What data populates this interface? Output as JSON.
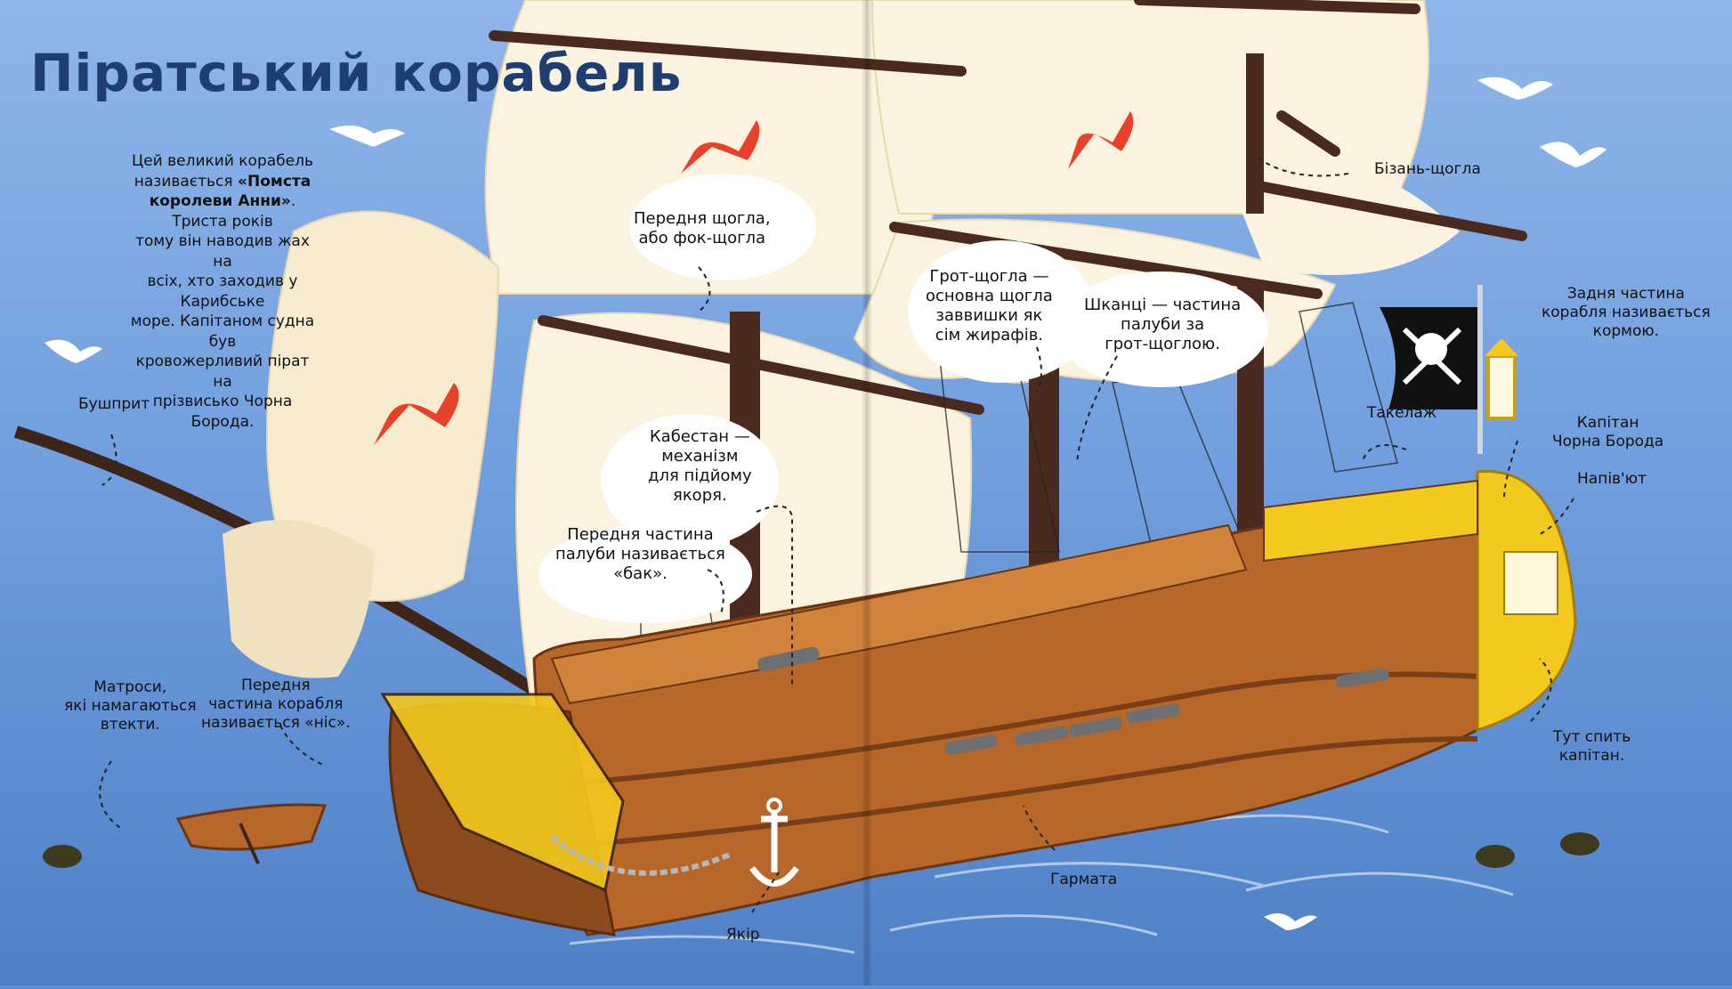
{
  "page": {
    "title": "Піратський корабель",
    "intro": {
      "line1": "Цей великий корабель",
      "line2_pre": "називається ",
      "line2_bold": "«Помста",
      "line3_bold": "королеви Анни»",
      "line3_post": ". Триста років",
      "line4": "тому він наводив жах на",
      "line5": "всіх, хто заходив у Карибське",
      "line6": "море. Капітаном судна був",
      "line7": "кровожерливий пірат на",
      "line8": "прізвисько Чорна Борода."
    }
  },
  "labels": {
    "bowsprit": "Бушприт",
    "foremast": [
      "Передня щогла,",
      "або фок-щогла"
    ],
    "mainmast": [
      "Грот-щогла —",
      "основна щогла",
      "заввишки як",
      "сім жирафів."
    ],
    "quarterdeck": [
      "Шканці — частина",
      "палуби за",
      "грот-щоглою."
    ],
    "mizzen": "Бізань-щогла",
    "stern": [
      "Задня частина",
      "корабля називається",
      "кормою."
    ],
    "rigging": "Такелаж",
    "captain": [
      "Капітан",
      "Чорна Борода"
    ],
    "poop": "Напів'ют",
    "capstan": [
      "Кабестан —",
      "механізм",
      "для підйому",
      "якоря."
    ],
    "forecastle": [
      "Передня частина",
      "палуби називається",
      "«бак»."
    ],
    "sailors": [
      "Матроси,",
      "які намагаються",
      "втекти."
    ],
    "bow": [
      "Передня",
      "частина корабля",
      "називається «ніс»."
    ],
    "cabin": [
      "Тут спить",
      "капітан."
    ],
    "cannon": "Гармата",
    "anchor": "Якір"
  },
  "colors": {
    "sea": "#5f8fd2",
    "sky": "#7aa6e4",
    "hull": "#b8672a",
    "hull_dark": "#7a3f17",
    "sail": "#fbf3df",
    "gold": "#f4c91d",
    "mast": "#4a2a1f"
  }
}
